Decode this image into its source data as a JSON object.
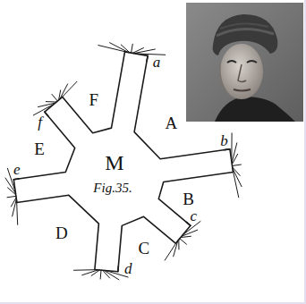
{
  "diagram": {
    "labels": [
      "F",
      "a",
      "A",
      "f",
      "b",
      "E",
      "M",
      "Fig.35.",
      "B",
      "e",
      "c",
      "D",
      "C",
      "d"
    ]
  }
}
